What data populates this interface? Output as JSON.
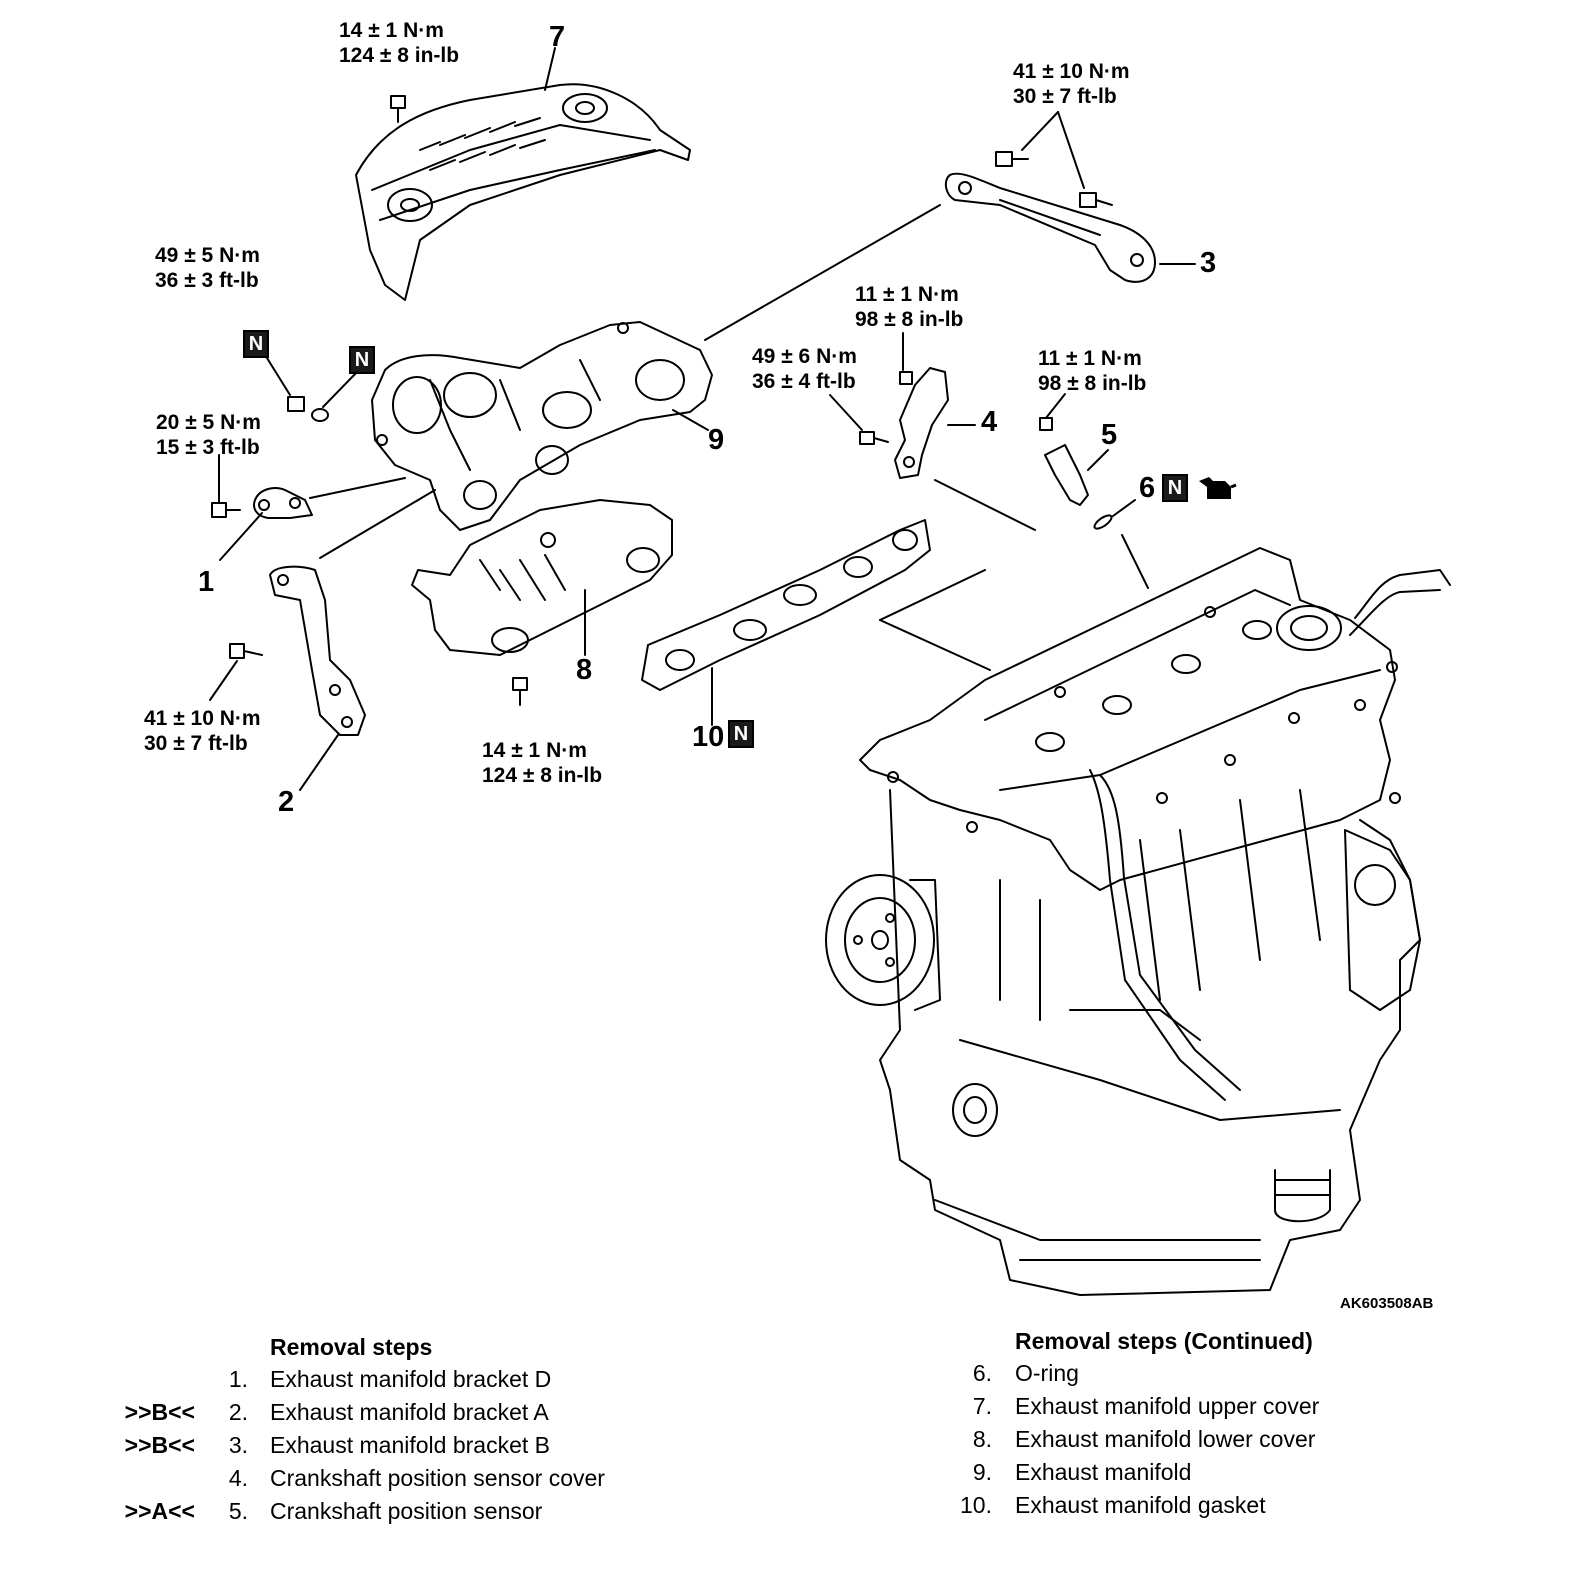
{
  "figure_id": "AK603508AB",
  "n_marker": "N",
  "torques": {
    "t7": [
      "14 ± 1 N·m",
      "124 ± 8 in-lb"
    ],
    "t3": [
      "41 ± 10 N·m",
      "30 ± 7 ft-lb"
    ],
    "t_n": [
      "49 ± 5 N·m",
      "36 ± 3 ft-lb"
    ],
    "t4a": [
      "11 ± 1 N·m",
      "98 ± 8 in-lb"
    ],
    "t4b": [
      "49 ± 6 N·m",
      "36 ± 4 ft-lb"
    ],
    "t5": [
      "11 ± 1 N·m",
      "98 ± 8 in-lb"
    ],
    "t1": [
      "20 ± 5 N·m",
      "15 ± 3 ft-lb"
    ],
    "t2": [
      "41 ± 10 N·m",
      "30 ± 7 ft-lb"
    ],
    "t8": [
      "14 ± 1 N·m",
      "124 ± 8 in-lb"
    ]
  },
  "callouts": {
    "c1": "1",
    "c2": "2",
    "c3": "3",
    "c4": "4",
    "c5": "5",
    "c6": "6",
    "c7": "7",
    "c8": "8",
    "c9": "9",
    "c10": "10"
  },
  "steps_left": {
    "title": "Removal steps",
    "items": [
      {
        "ref": "",
        "num": "1.",
        "label": "Exhaust manifold bracket D"
      },
      {
        "ref": ">>B<<",
        "num": "2.",
        "label": "Exhaust manifold bracket A"
      },
      {
        "ref": ">>B<<",
        "num": "3.",
        "label": "Exhaust manifold bracket B"
      },
      {
        "ref": "",
        "num": "4.",
        "label": "Crankshaft position sensor cover"
      },
      {
        "ref": ">>A<<",
        "num": "5.",
        "label": "Crankshaft position sensor"
      }
    ]
  },
  "steps_right": {
    "title": "Removal steps (Continued)",
    "items": [
      {
        "num": "6.",
        "label": "O-ring"
      },
      {
        "num": "7.",
        "label": "Exhaust manifold upper cover"
      },
      {
        "num": "8.",
        "label": "Exhaust manifold lower cover"
      },
      {
        "num": "9.",
        "label": "Exhaust manifold"
      },
      {
        "num": "10.",
        "label": "Exhaust manifold gasket"
      }
    ]
  }
}
